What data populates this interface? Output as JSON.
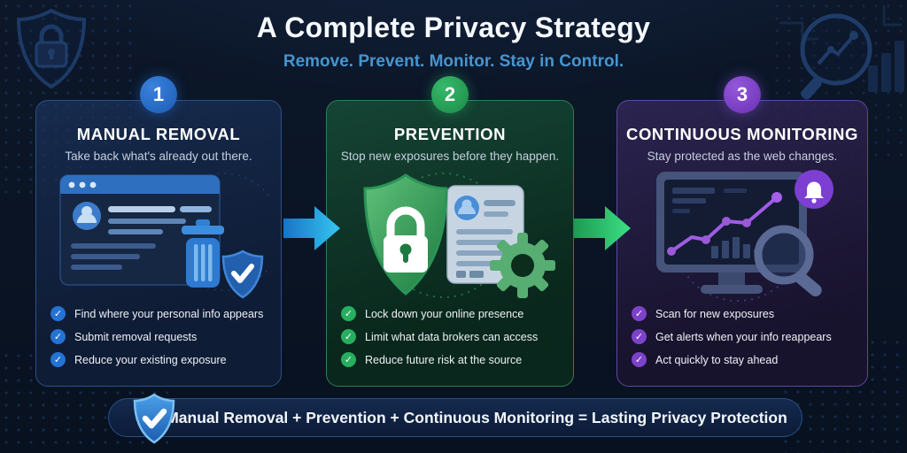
{
  "header": {
    "title": "A Complete Privacy Strategy",
    "subtitle": "Remove. Prevent. Monitor. Stay in Control."
  },
  "cards": [
    {
      "number": "1",
      "title": "MANUAL REMOVAL",
      "subtitle": "Take back what's already out there.",
      "accent": "#2472d4",
      "icons": [
        "browser-window",
        "trash",
        "shield-check"
      ],
      "items": [
        "Find where your personal info appears",
        "Submit removal requests",
        "Reduce your existing exposure"
      ]
    },
    {
      "number": "2",
      "title": "PREVENTION",
      "subtitle": "Stop new exposures before they happen.",
      "accent": "#27ae60",
      "icons": [
        "shield-lock",
        "profile-document",
        "gear"
      ],
      "items": [
        "Lock down your online presence",
        "Limit what data brokers can access",
        "Reduce future risk at the source"
      ]
    },
    {
      "number": "3",
      "title": "CONTINUOUS MONITORING",
      "subtitle": "Stay protected as the web changes.",
      "accent": "#7e42c9",
      "icons": [
        "monitor-chart",
        "bell",
        "magnifier"
      ],
      "items": [
        "Scan for new exposures",
        "Get alerts when your info reappears",
        "Act quickly to stay ahead"
      ]
    }
  ],
  "banner": {
    "text": "Manual Removal + Prevention + Continuous Monitoring = Lasting Privacy Protection"
  },
  "colors": {
    "background": "#0a1424",
    "title": "#f5f8fc",
    "subtitle_blue": "#4795cf",
    "card1_accent": "#2472d4",
    "card2_accent": "#27ae60",
    "card3_accent": "#7e42c9",
    "arrow1": "#2bb7ee",
    "arrow2": "#2fd077"
  },
  "check_glyph": "✓"
}
